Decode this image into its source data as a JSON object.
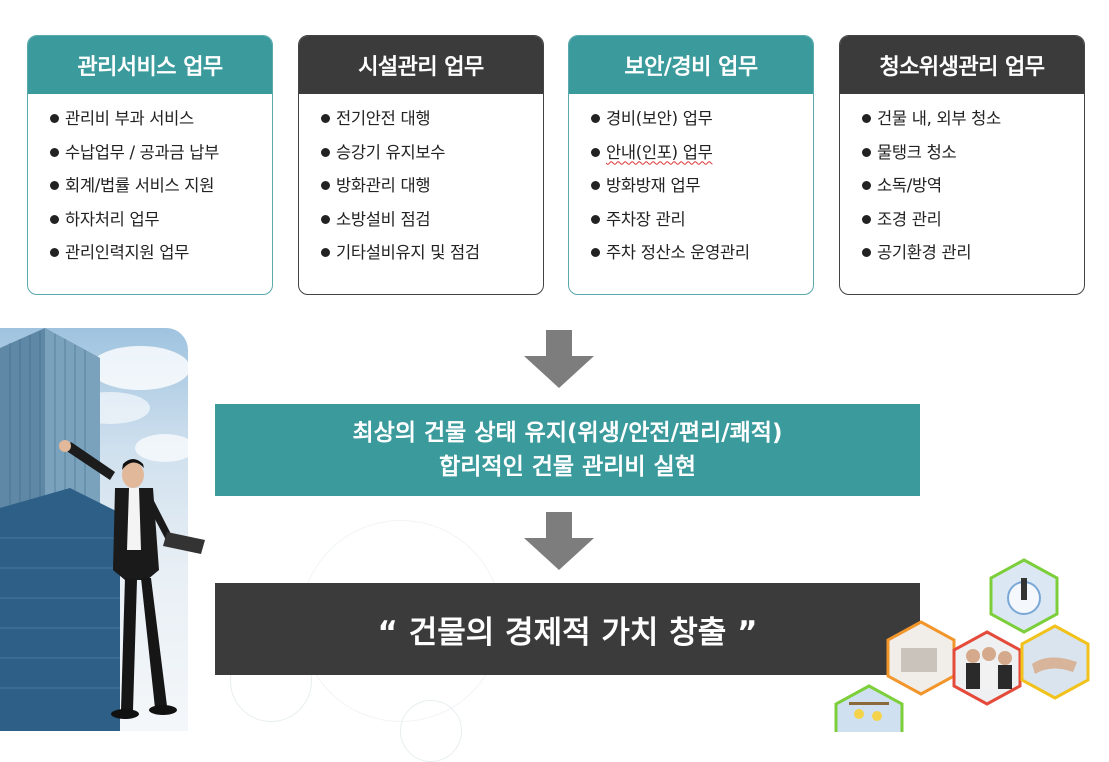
{
  "cards": [
    {
      "title": "관리서비스 업무",
      "style": "teal",
      "items": [
        "관리비 부과 서비스",
        "수납업무 / 공과금 납부",
        "회계/법률 서비스 지원",
        "하자처리 업무",
        "관리인력지원 업무"
      ]
    },
    {
      "title": "시설관리 업무",
      "style": "dark",
      "items": [
        "전기안전 대행",
        "승강기 유지보수",
        "방화관리 대행",
        "소방설비 점검",
        "기타설비유지 및 점검"
      ]
    },
    {
      "title": "보안/경비 업무",
      "style": "teal",
      "items": [
        "경비(보안) 업무",
        "안내(인포) 업무",
        "방화방재 업무",
        "주차장 관리",
        "주차 정산소 운영관리"
      ]
    },
    {
      "title": "청소위생관리 업무",
      "style": "dark",
      "items": [
        "건물 내, 외부 청소",
        "물탱크 청소",
        "소독/방역",
        "조경 관리",
        "공기환경 관리"
      ]
    }
  ],
  "banner_middle": {
    "line1": "최상의 건물 상태 유지(위생/안전/편리/쾌적)",
    "line2": "합리적인 건물 관리비 실현"
  },
  "banner_bottom": {
    "text": "“ 건물의 경제적 가치 창출 ”"
  },
  "colors": {
    "teal": "#3a9a9c",
    "dark": "#3b3b3b",
    "arrow": "#7d7d7d"
  }
}
